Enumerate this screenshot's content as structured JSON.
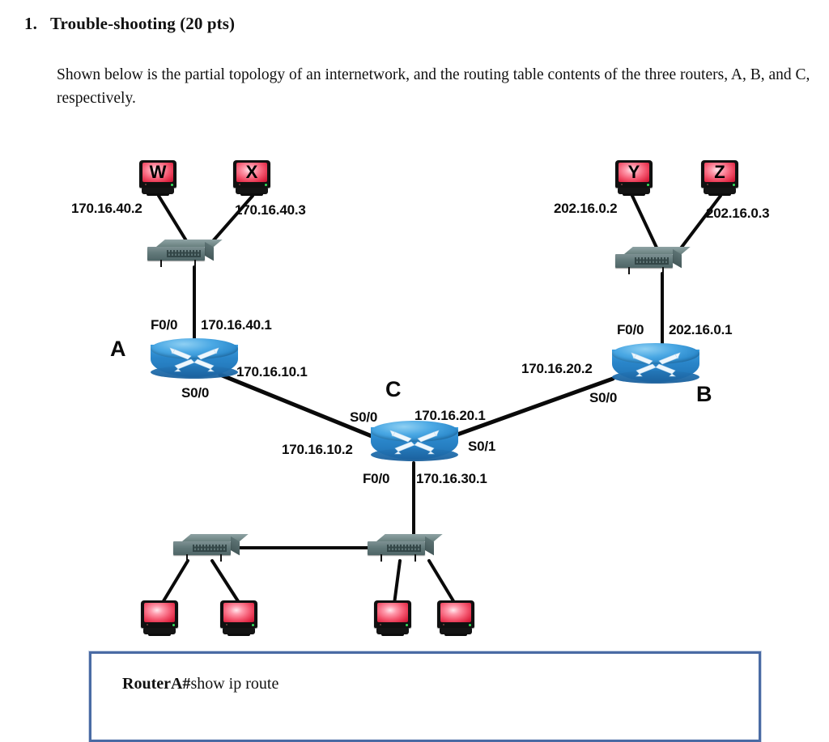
{
  "question": {
    "number": "1.",
    "title": "Trouble-shooting (20 pts)",
    "body": "Shown below is the partial topology of an internetwork, and the routing table contents of the three routers, A, B, and C, respectively."
  },
  "diagram": {
    "hosts": [
      {
        "name": "W",
        "ip": "170.16.40.2"
      },
      {
        "name": "X",
        "ip": "170.16.40.3"
      },
      {
        "name": "Y",
        "ip": "202.16.0.2"
      },
      {
        "name": "Z",
        "ip": "202.16.0.3"
      }
    ],
    "routers": [
      {
        "name": "A",
        "interfaces": [
          {
            "port": "F0/0",
            "ip": "170.16.40.1"
          },
          {
            "port": "S0/0",
            "ip": "170.16.10.1"
          }
        ]
      },
      {
        "name": "B",
        "interfaces": [
          {
            "port": "F0/0",
            "ip": "202.16.0.1"
          },
          {
            "port": "S0/0",
            "ip": "170.16.20.2"
          }
        ]
      },
      {
        "name": "C",
        "interfaces": [
          {
            "port": "S0/0",
            "ip": "170.16.10.2"
          },
          {
            "port": "S0/1",
            "ip": "170.16.20.1"
          },
          {
            "port": "F0/0",
            "ip": "170.16.30.1"
          }
        ]
      }
    ],
    "switches": [
      {
        "id": "switch-lan-a"
      },
      {
        "id": "switch-lan-b"
      },
      {
        "id": "switch-lan-c-left"
      },
      {
        "id": "switch-lan-c-right"
      }
    ],
    "unlabeled_hosts": 4,
    "colors": {
      "router_fill": "#2a86ca",
      "switch_fill": "#62797a",
      "host_screen": "#e02a46",
      "link": "#000000",
      "console_border": "#4a6ba4"
    }
  },
  "console": {
    "prompt": "RouterA#",
    "command": "show ip route"
  }
}
